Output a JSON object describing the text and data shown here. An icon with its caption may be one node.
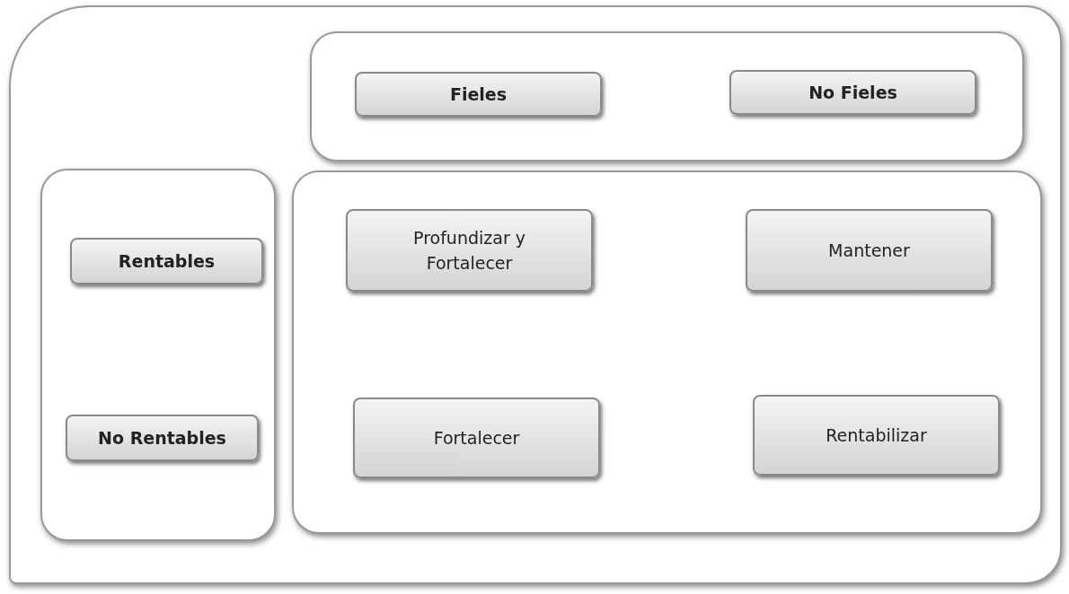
{
  "diagram": {
    "nodes": [
      {
        "text": [
          "Fieles"
        ]
      },
      {
        "text": [
          "No Fieles"
        ]
      },
      {
        "text": [
          "Rentables"
        ]
      },
      {
        "text": [
          "Profundizar y Fortalecer"
        ]
      },
      {
        "text": [
          "Mantener"
        ]
      },
      {
        "text": [
          "No Rentables"
        ]
      },
      {
        "text": [
          "Fortalecer"
        ]
      },
      {
        "text": [
          "Rentabilizar"
        ]
      }
    ]
  }
}
